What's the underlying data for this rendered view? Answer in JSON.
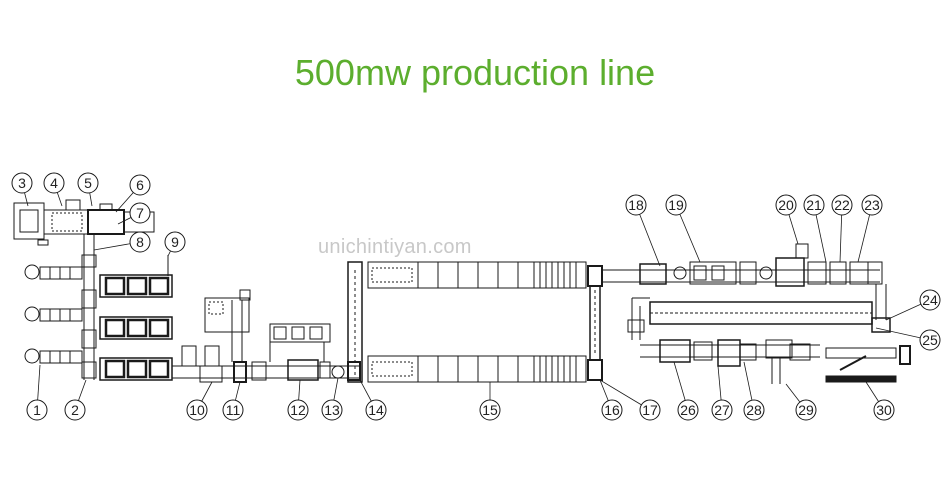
{
  "title": "500mw production line",
  "watermark": "unichintiyan.com",
  "colors": {
    "title": "#5cae2e",
    "line": "#1a1a1a",
    "watermark": "#c8c8c8"
  },
  "callouts": [
    {
      "id": "c1",
      "label": "1"
    },
    {
      "id": "c2",
      "label": "2"
    },
    {
      "id": "c3",
      "label": "3"
    },
    {
      "id": "c4",
      "label": "4"
    },
    {
      "id": "c5",
      "label": "5"
    },
    {
      "id": "c6",
      "label": "6"
    },
    {
      "id": "c7",
      "label": "7"
    },
    {
      "id": "c8",
      "label": "8"
    },
    {
      "id": "c9",
      "label": "9"
    },
    {
      "id": "c10",
      "label": "10"
    },
    {
      "id": "c11",
      "label": "11"
    },
    {
      "id": "c12",
      "label": "12"
    },
    {
      "id": "c13",
      "label": "13"
    },
    {
      "id": "c14",
      "label": "14"
    },
    {
      "id": "c15",
      "label": "15"
    },
    {
      "id": "c16",
      "label": "16"
    },
    {
      "id": "c17",
      "label": "17"
    },
    {
      "id": "c18",
      "label": "18"
    },
    {
      "id": "c19",
      "label": "19"
    },
    {
      "id": "c20",
      "label": "20"
    },
    {
      "id": "c21",
      "label": "21"
    },
    {
      "id": "c22",
      "label": "22"
    },
    {
      "id": "c23",
      "label": "23"
    },
    {
      "id": "c24",
      "label": "24"
    },
    {
      "id": "c25",
      "label": "25"
    },
    {
      "id": "c26",
      "label": "26"
    },
    {
      "id": "c27",
      "label": "27"
    },
    {
      "id": "c28",
      "label": "28"
    },
    {
      "id": "c29",
      "label": "29"
    },
    {
      "id": "c30",
      "label": "30"
    }
  ]
}
